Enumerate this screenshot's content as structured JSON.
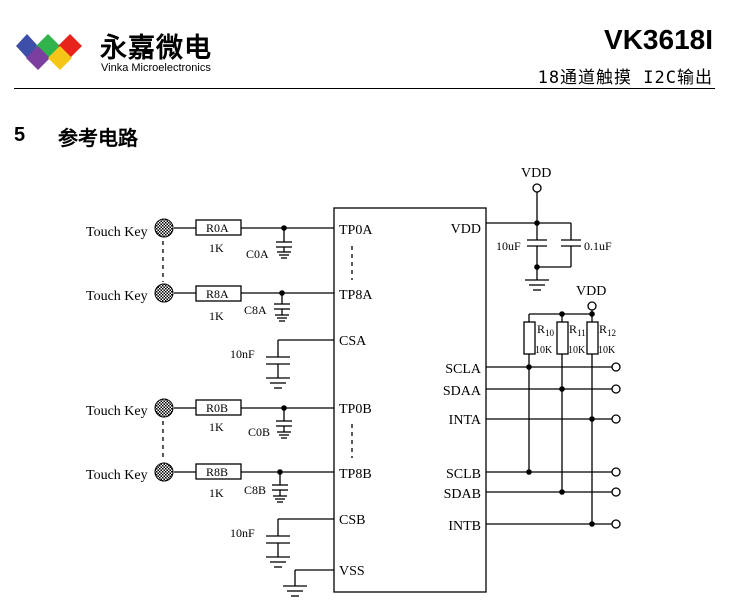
{
  "header": {
    "brand_cn": "永嘉微电",
    "brand_en": "Vinka Microelectronics",
    "part_number": "VK3618I",
    "subtitle": "18通道触摸 I2C输出",
    "logo_colors": [
      "#3d4fa8",
      "#2fb34a",
      "#e8231b",
      "#f5c518"
    ]
  },
  "section": {
    "number": "5",
    "title": "参考电路"
  },
  "schematic": {
    "touch_key": "Touch Key",
    "r0a": "R0A",
    "r8a": "R8A",
    "r0b": "R0B",
    "r8b": "R8B",
    "r_value": "1K",
    "c0a": "C0A",
    "c8a": "C8A",
    "c0b": "C0B",
    "c8b": "C8B",
    "c_csa": "10nF",
    "c_csb": "10nF",
    "vdd_top": "VDD",
    "vdd_right": "VDD",
    "cap_10uf": "10uF",
    "cap_01uf": "0.1uF",
    "pins_left": {
      "tp0a": "TP0A",
      "tp8a": "TP8A",
      "csa": "CSA",
      "tp0b": "TP0B",
      "tp8b": "TP8B",
      "csb": "CSB",
      "vss": "VSS"
    },
    "pins_right": {
      "vdd": "VDD",
      "scla": "SCLA",
      "sdaa": "SDAA",
      "inta": "INTA",
      "sclb": "SCLB",
      "sdab": "SDAB",
      "intb": "INTB"
    },
    "pullups": {
      "r10": "R",
      "r10_sub": "10",
      "r11": "R",
      "r11_sub": "11",
      "r12": "R",
      "r12_sub": "12",
      "r_value": "10K"
    }
  }
}
